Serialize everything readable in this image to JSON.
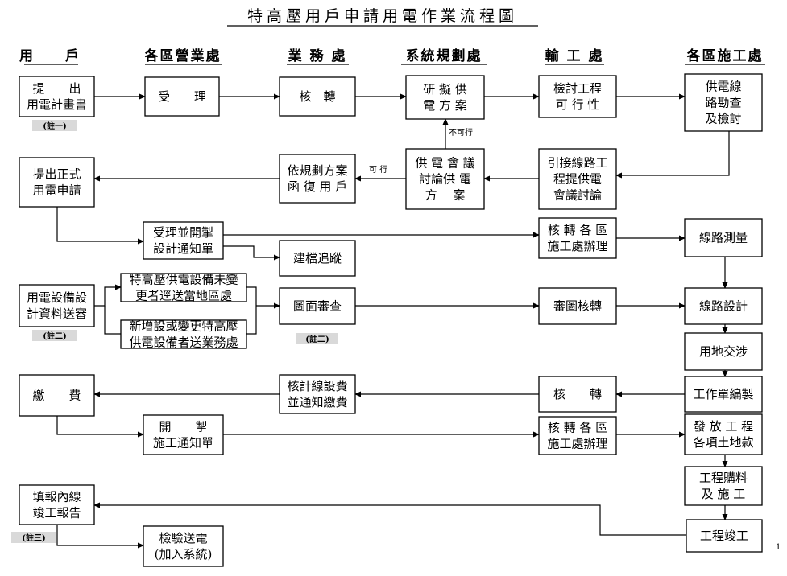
{
  "title": "特高壓用戶申請用電作業流程圖",
  "columns": [
    "用　　戶",
    "各區營業處",
    "業 務 處",
    "系統規劃處",
    "輸 工 處",
    "各區施工處"
  ],
  "boxes": {
    "b_apply": [
      "提　　出",
      "用電計畫書"
    ],
    "b_receive": [
      "受　　理"
    ],
    "b_forward1": [
      "核　轉"
    ],
    "b_plan": [
      "研 擬 供",
      "電 方 案"
    ],
    "b_review": [
      "檢討工程",
      "可 行 性"
    ],
    "b_survey": [
      "供電線",
      "路勘查",
      "及檢討"
    ],
    "b_formal": [
      "提出正式",
      "用電申請"
    ],
    "b_reply": [
      "依規劃方案",
      "函 復 用 戶"
    ],
    "b_meeting": [
      "供 電 會 議",
      "討論供 電",
      "方　 案"
    ],
    "b_connect": [
      "引接線路工",
      "程提供電",
      "會議討論"
    ],
    "b_notice1": [
      "受理並開掣",
      "設計通知單"
    ],
    "b_track": [
      "建檔追蹤"
    ],
    "b_forward2": [
      "核 轉 各 區",
      "施工處辦理"
    ],
    "b_measure": [
      "線路測量"
    ],
    "b_design_submit": [
      "用電設備設",
      "計資料送審"
    ],
    "b_unchanged": [
      "特高壓供電設備未變",
      "更者逕送當地區處"
    ],
    "b_new": [
      "新增設或變更特高壓",
      "供電設備者送業務處"
    ],
    "b_drawing": [
      "圖面審查"
    ],
    "b_drawing_fwd": [
      "審圖核轉"
    ],
    "b_line_design": [
      "線路設計"
    ],
    "b_land": [
      "用地交涉"
    ],
    "b_pay": [
      "繳　　費"
    ],
    "b_fee": [
      "核計線設費",
      "並通知繳費"
    ],
    "b_forward3": [
      "核　　轉"
    ],
    "b_workorder": [
      "工作單編製"
    ],
    "b_notice2": [
      "開　　掣",
      "施工通知單"
    ],
    "b_forward4": [
      "核 轉 各 區",
      "施工處辦理"
    ],
    "b_landfee": [
      "發 放 工 程",
      "各項土地款"
    ],
    "b_purchase": [
      "工程購料",
      "及 施 工"
    ],
    "b_report": [
      "填報內線",
      "竣工報告"
    ],
    "b_test": [
      "檢驗送電",
      "(加入系統)"
    ],
    "b_complete": [
      "工程竣工"
    ]
  },
  "notes": {
    "n1": "(註一)",
    "n2": "(註二)",
    "n3": "(註二)",
    "n4": "(註三)"
  },
  "labels": {
    "not_ok": "不可行",
    "ok": "可 行"
  },
  "page_number": "1"
}
